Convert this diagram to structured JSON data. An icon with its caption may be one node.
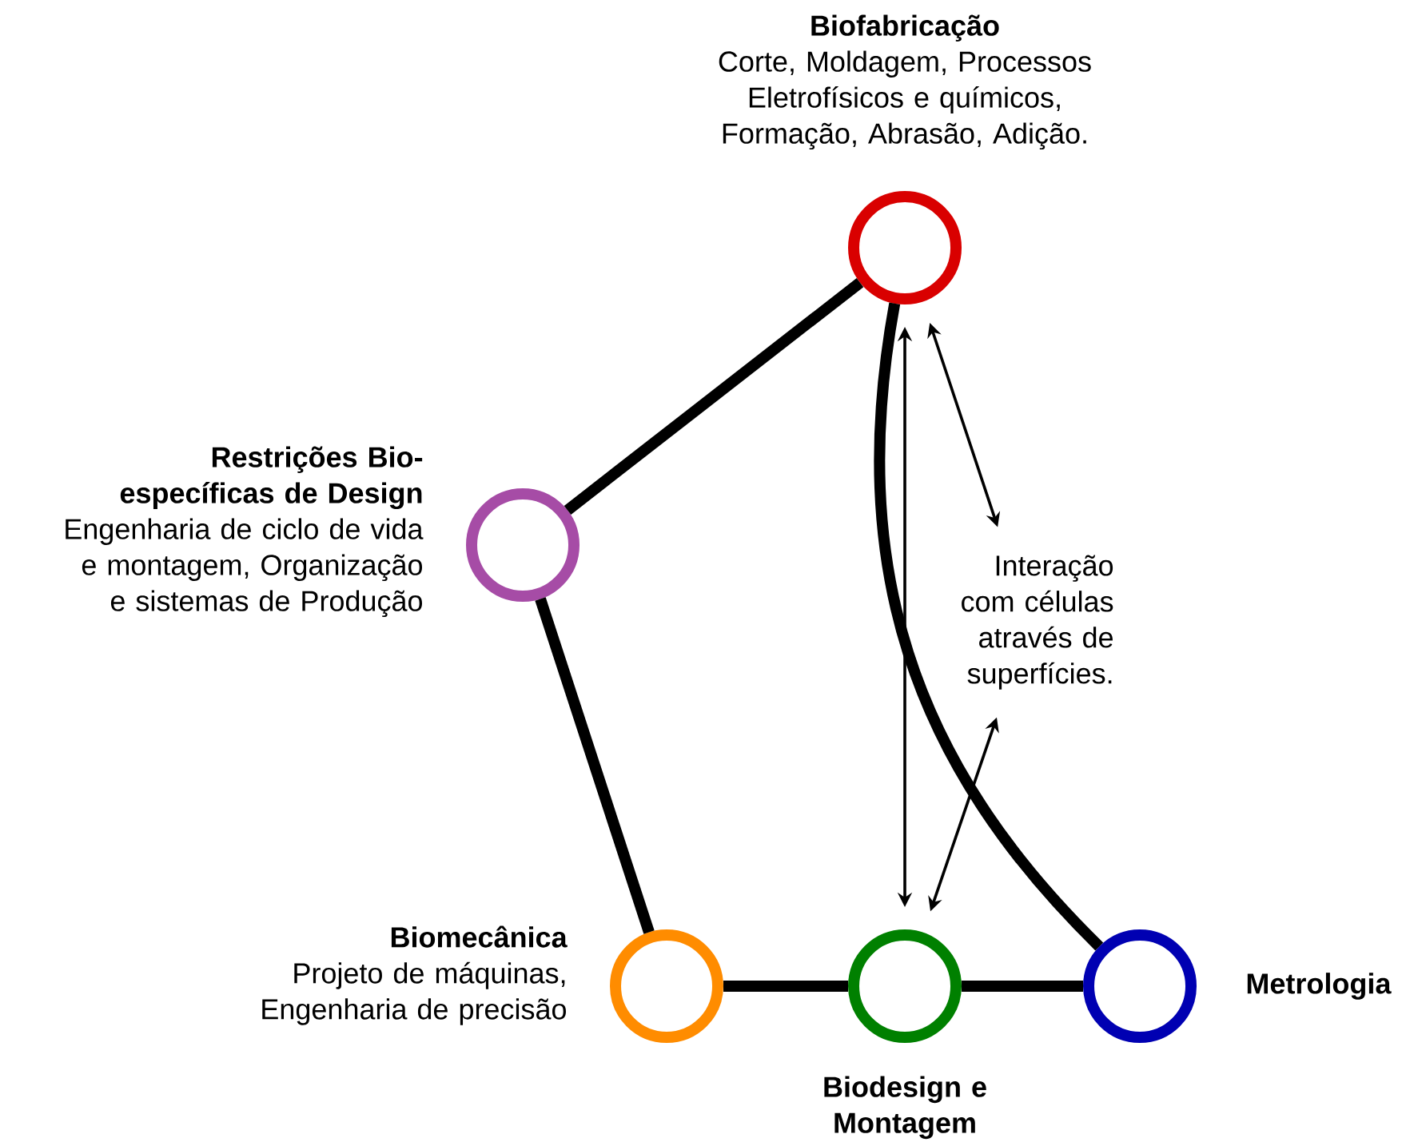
{
  "diagram": {
    "nodes": [
      {
        "text": [
          "Biofabricação",
          "Corte, Moldagem, Processos Eletrofísicos e químicos, Formação, Abrasão, Adição."
        ]
      },
      {
        "text": [
          "Restrições Bio-específicas de Design",
          "Engenharia de ciclo de vida e montagem, Organização e sistemas de Produção"
        ]
      },
      {
        "text": [
          "Interação com células através de superfícies."
        ]
      },
      {
        "text": [
          "Biomecânica",
          "Projeto de máquinas, Engenharia de precisão"
        ]
      },
      {
        "text": [
          "Biodesign e Montagem"
        ]
      },
      {
        "text": [
          "Metrologia"
        ]
      }
    ],
    "edges": [
      {
        "from": 0,
        "to": 1,
        "arrow": "none"
      },
      {
        "from": 1,
        "to": 3,
        "arrow": "none"
      },
      {
        "from": 3,
        "to": 4,
        "arrow": "none"
      },
      {
        "from": 4,
        "to": 5,
        "arrow": "none"
      },
      {
        "from": 5,
        "to": 0,
        "arrow": "none"
      },
      {
        "from": 0,
        "to": 4,
        "arrow": "both"
      },
      {
        "from": 0,
        "to": 2,
        "arrow": "both"
      },
      {
        "from": 2,
        "to": 4,
        "arrow": "both"
      }
    ]
  }
}
